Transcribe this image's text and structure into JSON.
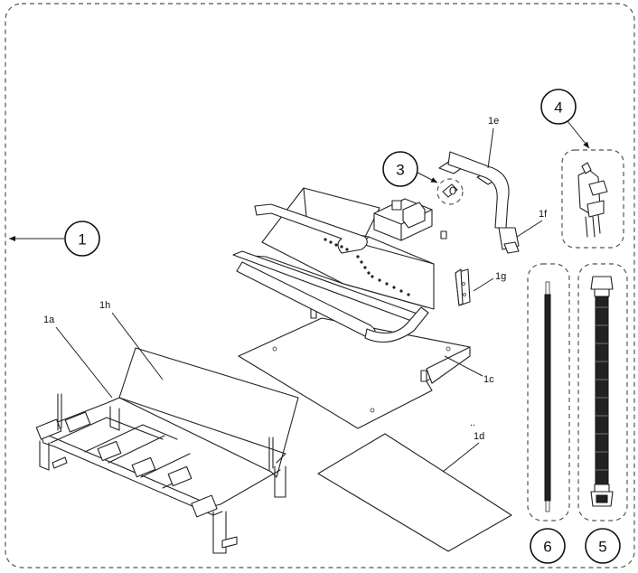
{
  "callouts": {
    "c1": "1",
    "c3": "3",
    "c4": "4",
    "c5": "5",
    "c6": "6"
  },
  "labels": {
    "l1a": "1a",
    "l1h": "1h",
    "l1c": "1c",
    "l1d": "1d",
    "l1e": "1e",
    "l1f": "1f",
    "l1g": "1g"
  }
}
